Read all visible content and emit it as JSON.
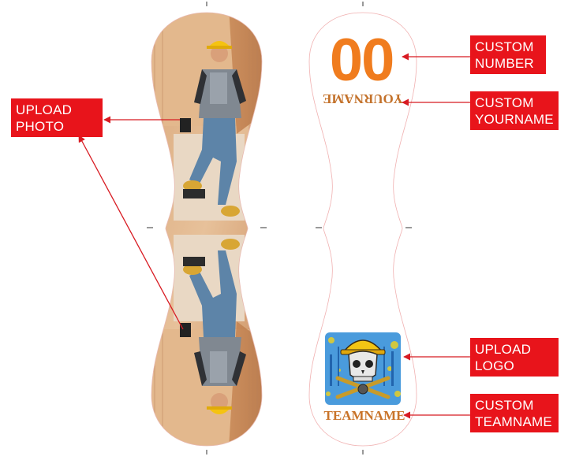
{
  "labels": {
    "upload_photo": {
      "line1": "UPLOAD",
      "line2": "PHOTO"
    },
    "custom_number": {
      "line1": "CUSTOM",
      "line2": "NUMBER"
    },
    "custom_yourname": {
      "line1": "CUSTOM",
      "line2": "YOURNAME"
    },
    "upload_logo": {
      "line1": "UPLOAD",
      "line2": "LOGO"
    },
    "custom_teamname": {
      "line1": "CUSTOM",
      "line2": "TEAMNAME"
    }
  },
  "template": {
    "number": "00",
    "yourname": "YOURNAME",
    "teamname": "TEAMNAME"
  },
  "colors": {
    "label_bg": "#e8141b",
    "arrow": "#d81b22",
    "number": "#f07c1e",
    "yourname": "#c3712a",
    "teamname": "#c9742a",
    "outline": "#f0b0b0"
  }
}
